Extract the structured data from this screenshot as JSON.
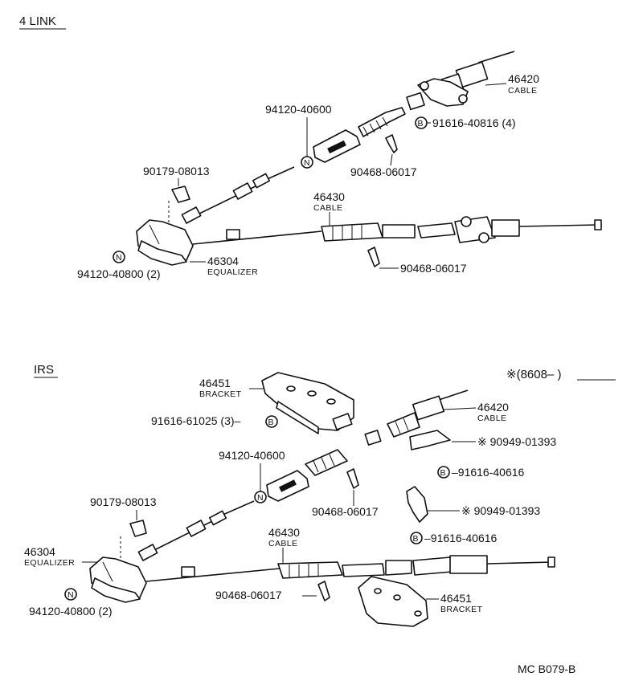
{
  "sections": {
    "four_link": "4 LINK",
    "irs": "IRS",
    "irs_note": "※(8608–        )"
  },
  "four_link": {
    "cable_46420": {
      "number": "46420",
      "name": "CABLE"
    },
    "bolt_91616_40816": {
      "number": "91616-40816 (4)",
      "marker": "B"
    },
    "nut_94120_40600": {
      "number": "94120-40600",
      "marker": "N"
    },
    "clip_90468_upper": {
      "number": "90468-06017"
    },
    "nut_90179": {
      "number": "90179-08013"
    },
    "cable_46430": {
      "number": "46430",
      "name": "CABLE"
    },
    "clip_90468_lower": {
      "number": "90468-06017"
    },
    "equalizer_46304": {
      "number": "46304",
      "name": "EQUALIZER"
    },
    "nut_94120_40800": {
      "number": "94120-40800 (2)",
      "marker": "N"
    }
  },
  "irs": {
    "bracket_46451_upper": {
      "number": "46451",
      "name": "BRACKET"
    },
    "bolt_91616_61025": {
      "number": "91616-61025 (3)–",
      "marker": "B"
    },
    "cable_46420": {
      "number": "46420",
      "name": "CABLE"
    },
    "clip_90949_upper": {
      "number": "※ 90949-01393"
    },
    "bolt_91616_40616_upper": {
      "number": "–91616-40616",
      "marker": "B"
    },
    "nut_94120_40600": {
      "number": "94120-40600",
      "marker": "N"
    },
    "clip_90468_upper": {
      "number": "90468-06017"
    },
    "clip_90949_lower": {
      "number": "※ 90949-01393"
    },
    "bolt_91616_40616_lower": {
      "number": "–91616-40616",
      "marker": "B"
    },
    "nut_90179": {
      "number": "90179-08013"
    },
    "equalizer_46304": {
      "number": "46304",
      "name": "EQUALIZER"
    },
    "cable_46430": {
      "number": "46430",
      "name": "CABLE"
    },
    "clip_90468_lower": {
      "number": "90468-06017"
    },
    "bracket_46451_lower": {
      "number": "46451",
      "name": "BRACKET"
    },
    "nut_94120_40800": {
      "number": "94120-40800 (2)",
      "marker": "N"
    }
  },
  "figure_code": "MC B079-B"
}
